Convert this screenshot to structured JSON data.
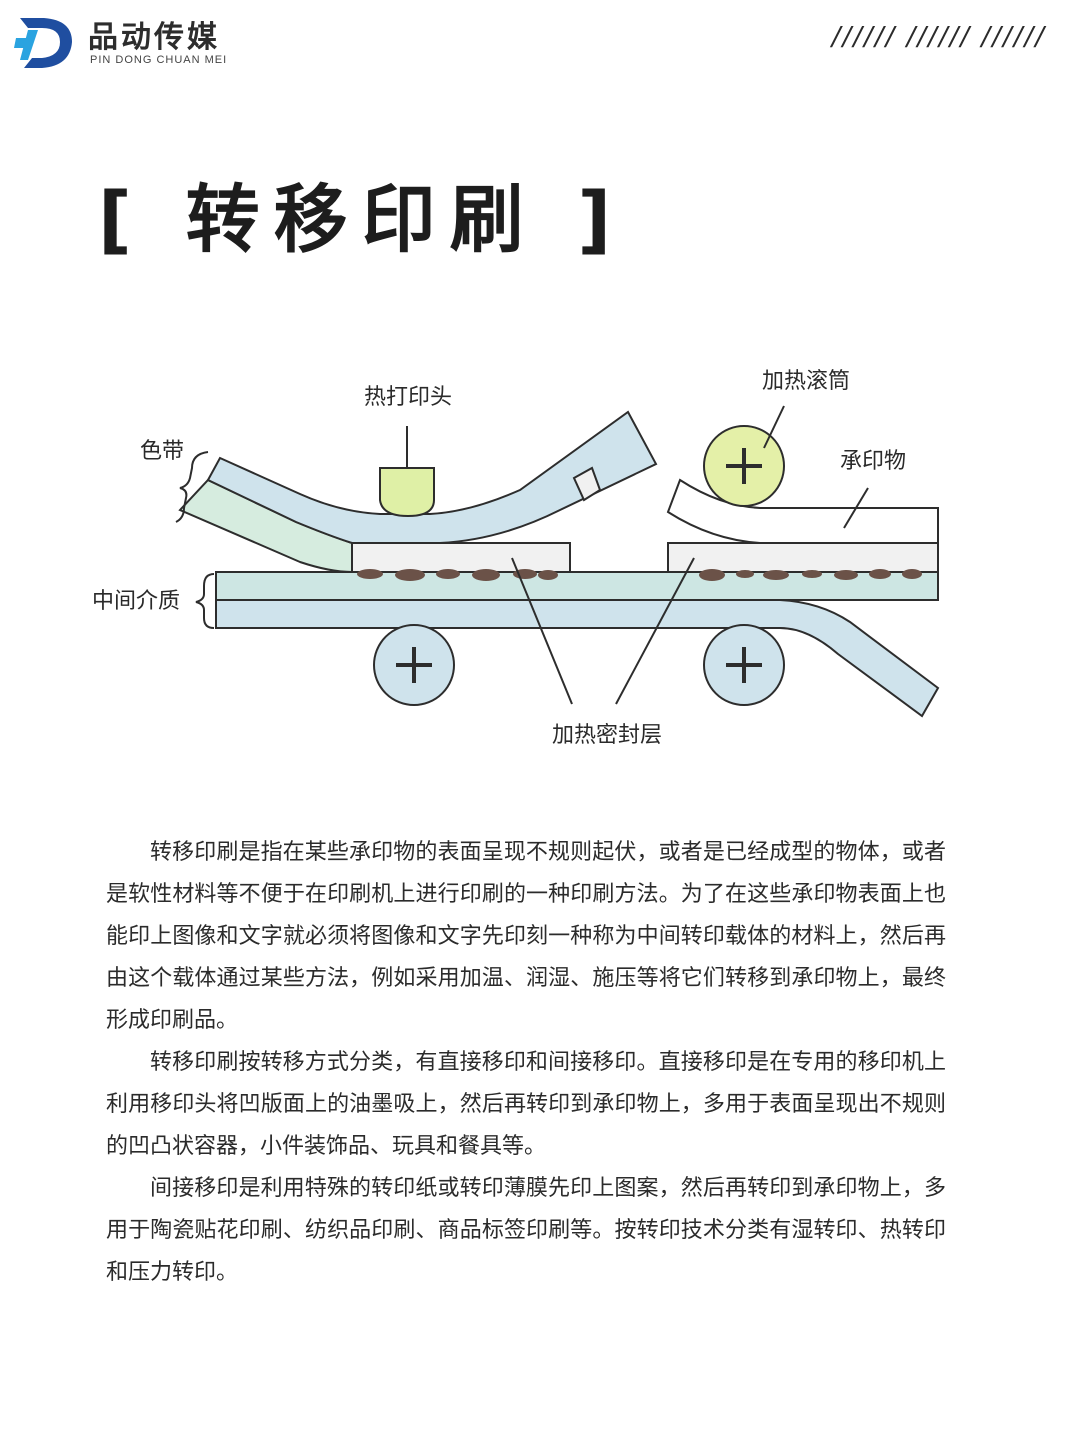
{
  "header": {
    "brand_cn": "品动传媒",
    "brand_en": "PIN DONG CHUAN MEI",
    "decor": "////// ////// //////"
  },
  "title": "[ 转移印刷 ]",
  "diagram": {
    "labels": {
      "thermal_head": "热打印头",
      "heated_roller": "加热滚筒",
      "ribbon": "色带",
      "substrate": "承印物",
      "intermediate": "中间介质",
      "heat_seal_layer": "加热密封层"
    },
    "colors": {
      "ribbon": "#cfe3ec",
      "ribbon_green": "#d6ecdf",
      "medium": "#cde6e3",
      "head": "#dff0a6",
      "roller_green": "#e4f0a8",
      "roller_blue": "#cfe3ec",
      "seal": "#f1f1f1",
      "ink": "#6b5248",
      "stroke": "#2d2d2d"
    }
  },
  "paragraphs": [
    "转移印刷是指在某些承印物的表面呈现不规则起伏，或者是已经成型的物体，或者是软性材料等不便于在印刷机上进行印刷的一种印刷方法。为了在这些承印物表面上也能印上图像和文字就必须将图像和文字先印刻一种称为中间转印载体的材料上，然后再由这个载体通过某些方法，例如采用加温、润湿、施压等将它们转移到承印物上，最终形成印刷品。",
    "转移印刷按转移方式分类，有直接移印和间接移印。直接移印是在专用的移印机上利用移印头将凹版面上的油墨吸上，然后再转印到承印物上，多用于表面呈现出不规则的凹凸状容器，小件装饰品、玩具和餐具等。",
    "间接移印是利用特殊的转印纸或转印薄膜先印上图案，然后再转印到承印物上，多用于陶瓷贴花印刷、纺织品印刷、商品标签印刷等。按转印技术分类有湿转印、热转印和压力转印。"
  ]
}
